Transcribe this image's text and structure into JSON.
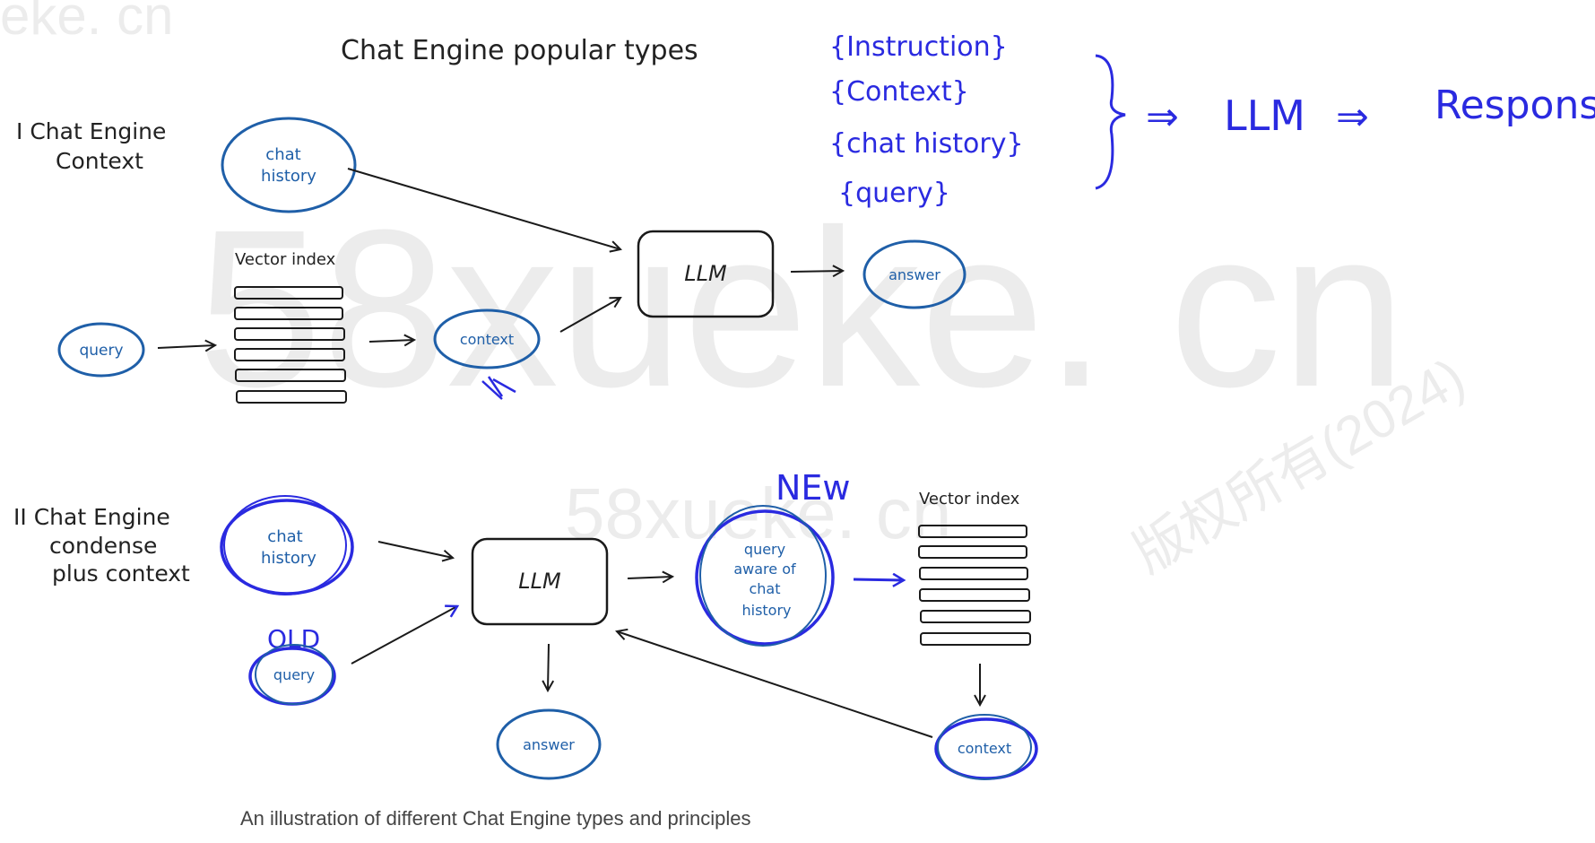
{
  "title": "Chat Engine popular types",
  "watermark": {
    "big": "58xueke. cn",
    "small": "58xueke. cn",
    "corner": "eke. cn",
    "copyright": "版权所有(2024)"
  },
  "formula": {
    "items": [
      "{Instruction}",
      "{Context}",
      "{chat history}",
      "{query}"
    ],
    "arrow1": "⇒",
    "llm": "LLM",
    "arrow2": "⇒",
    "response": "Response"
  },
  "section1": {
    "label_line1": "I  Chat Engine",
    "label_line2": "Context",
    "chat_history": [
      "chat",
      "history"
    ],
    "vector_index": "Vector index",
    "query": "query",
    "context": "context",
    "llm": "LLM",
    "answer": "answer"
  },
  "section2": {
    "label_line1": "II Chat Engine",
    "label_line2": "condense",
    "label_line3": "plus context",
    "chat_history": [
      "chat",
      "history"
    ],
    "old_tag": "OLD",
    "query": "query",
    "llm": "LLM",
    "new_tag": "NEw",
    "query_aware": [
      "query",
      "aware of",
      "chat",
      "history"
    ],
    "vector_index": "Vector index",
    "context": "context",
    "answer": "answer"
  },
  "caption": "An illustration of different Chat Engine types and principles",
  "colors": {
    "blue": "#1f5fa8",
    "ink_blue": "#2a2ae0",
    "black": "#1a1a1a",
    "watermark": "#d0d0d0"
  }
}
